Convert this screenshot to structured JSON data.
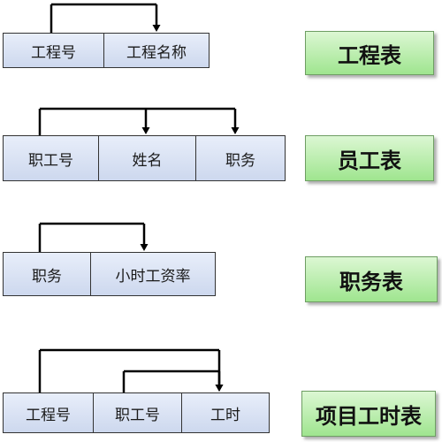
{
  "colors": {
    "field_fill": "#cdd8ee",
    "field_border": "#333333",
    "label_fill": "#9fe58f",
    "label_border": "#6e9d63",
    "connector": "#000000"
  },
  "tables": [
    {
      "label": "工程表",
      "fields": [
        "工程号",
        "工程名称"
      ],
      "dependencies": [
        {
          "from": 0,
          "to": [
            1
          ]
        }
      ]
    },
    {
      "label": "员工表",
      "fields": [
        "职工号",
        "姓名",
        "职务"
      ],
      "dependencies": [
        {
          "from": 0,
          "to": [
            1,
            2
          ]
        }
      ]
    },
    {
      "label": "职务表",
      "fields": [
        "职务",
        "小时工资率"
      ],
      "dependencies": [
        {
          "from": 0,
          "to": [
            1
          ]
        }
      ]
    },
    {
      "label": "项目工时表",
      "fields": [
        "工程号",
        "职工号",
        "工时"
      ],
      "dependencies": [
        {
          "from": 0,
          "to": [
            2
          ]
        },
        {
          "from": 1,
          "to": [
            2
          ]
        }
      ]
    }
  ]
}
